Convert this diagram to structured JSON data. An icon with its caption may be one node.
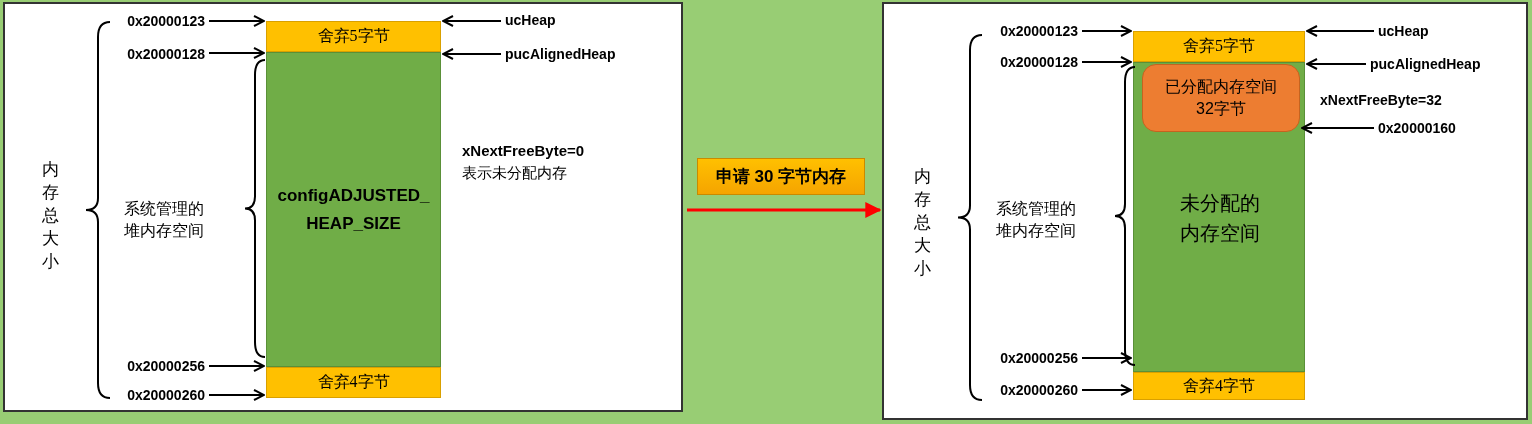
{
  "diagram": {
    "nodes": [
      {
        "text": [],
        "shape": "box"
      },
      {
        "text": [
          "舍弃5字节"
        ],
        "in": 0
      },
      {
        "text": [
          "configADJUSTED_ HEAP_SIZE"
        ],
        "in": 0
      },
      {
        "text": [
          "舍弃4字节"
        ],
        "in": 0
      },
      {
        "text": [
          "0x20000123"
        ],
        "in": 0
      },
      {
        "text": [
          "0x20000128"
        ],
        "in": 0
      },
      {
        "text": [
          "0x20000256"
        ],
        "in": 0
      },
      {
        "text": [
          "0x20000260"
        ],
        "in": 0
      },
      {
        "text": [
          "ucHeap"
        ],
        "in": 0
      },
      {
        "text": [
          "pucAlignedHeap"
        ],
        "in": 0
      },
      {
        "text": [
          "申请 30 字节内存"
        ]
      },
      {
        "text": [],
        "shape": "box"
      },
      {
        "text": [
          "舍弃5字节"
        ],
        "in": 11
      },
      {
        "text": [
          "未分配的内存空间"
        ],
        "in": 11
      },
      {
        "text": [
          "已分配内存空间32字节"
        ],
        "in": 13
      },
      {
        "text": [
          "舍弃4字节"
        ],
        "in": 11
      },
      {
        "text": [
          "0x20000123"
        ],
        "in": 11
      },
      {
        "text": [
          "0x20000128"
        ],
        "in": 11
      },
      {
        "text": [
          "0x20000256"
        ],
        "in": 11
      },
      {
        "text": [
          "0x20000260"
        ],
        "in": 11
      },
      {
        "text": [
          "ucHeap"
        ],
        "in": 11
      },
      {
        "text": [
          "pucAlignedHeap"
        ],
        "in": 11
      },
      {
        "text": [
          "0x20000160"
        ],
        "in": 11
      }
    ],
    "edges": [
      {
        "from": 4,
        "to": 1,
        "arrow": "to"
      },
      {
        "from": 5,
        "to": 2,
        "arrow": "to"
      },
      {
        "from": 6,
        "to": 3,
        "arrow": "to"
      },
      {
        "from": 7,
        "to": 3,
        "arrow": "to"
      },
      {
        "from": 8,
        "to": 1,
        "arrow": "to"
      },
      {
        "from": 9,
        "to": 2,
        "arrow": "to"
      },
      {
        "from": 0,
        "to": 11,
        "arrow": "to",
        "color": "#ff0000"
      },
      {
        "from": 16,
        "to": 12,
        "arrow": "to"
      },
      {
        "from": 17,
        "to": 13,
        "arrow": "to"
      },
      {
        "from": 18,
        "to": 15,
        "arrow": "to"
      },
      {
        "from": 19,
        "to": 15,
        "arrow": "to"
      },
      {
        "from": 20,
        "to": 12,
        "arrow": "to"
      },
      {
        "from": 21,
        "to": 13,
        "arrow": "to"
      },
      {
        "from": 22,
        "to": 14,
        "arrow": "to"
      }
    ],
    "labels": [
      "内存总大小",
      "系统管理的堆内存空间",
      "xNextFreeByte=0 表示未分配内存",
      "内存总大小",
      "系统管理的堆内存空间",
      "xNextFreeByte=32"
    ]
  }
}
